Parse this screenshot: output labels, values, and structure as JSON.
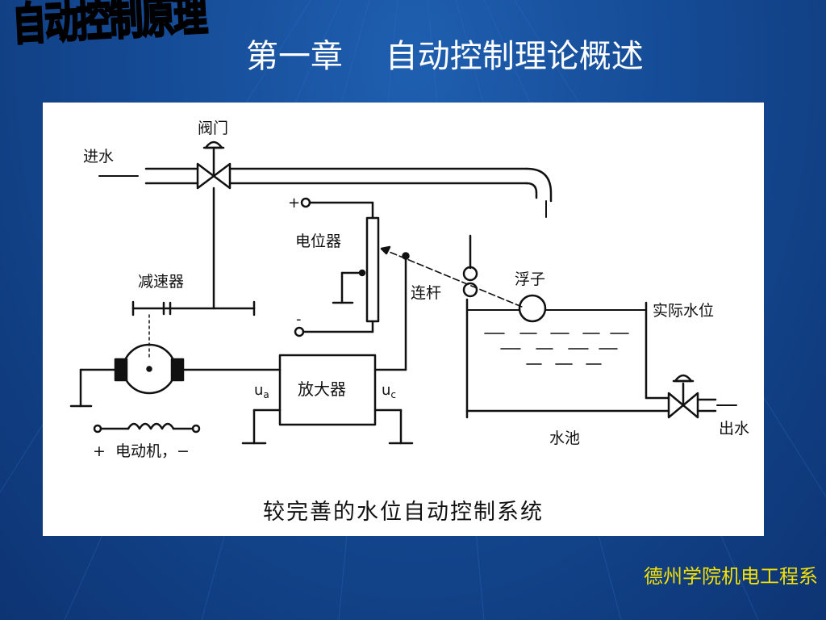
{
  "slide": {
    "logo_text": "自动控制原理",
    "chapter_title": "第一章　 自动控制理论概述",
    "footer": "德州学院机电工程系",
    "colors": {
      "background": "#154b95",
      "title": "#ffffff",
      "footer": "#f5e000",
      "figure_bg": "#ffffff"
    }
  },
  "figure": {
    "caption": "较完善的水位自动控制系统",
    "labels": {
      "valve": "阀门",
      "water_in": "进水",
      "potentiometer": "电位器",
      "plus_terminal": "+",
      "minus_terminal": "-",
      "reducer": "减速器",
      "linkage": "连杆",
      "float": "浮子",
      "actual_level": "实际水位",
      "amplifier": "放大器",
      "ua_main": "u",
      "ua_sub": "a",
      "uc_main": "u",
      "uc_sub": "c",
      "motor": "+  电动机，−",
      "tank": "水池",
      "water_out": "出水"
    }
  }
}
